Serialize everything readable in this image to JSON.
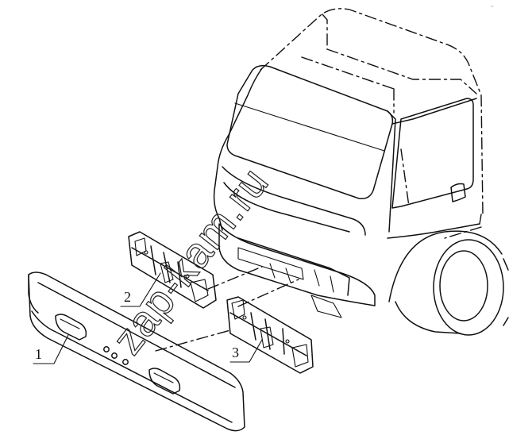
{
  "callouts": [
    {
      "id": "1",
      "label": "1"
    },
    {
      "id": "2",
      "label": "2"
    },
    {
      "id": "3",
      "label": "3"
    }
  ],
  "watermark": "zap-kam.ru",
  "corner_mark": "~",
  "colors": {
    "line": "#111111",
    "background": "#ffffff"
  }
}
